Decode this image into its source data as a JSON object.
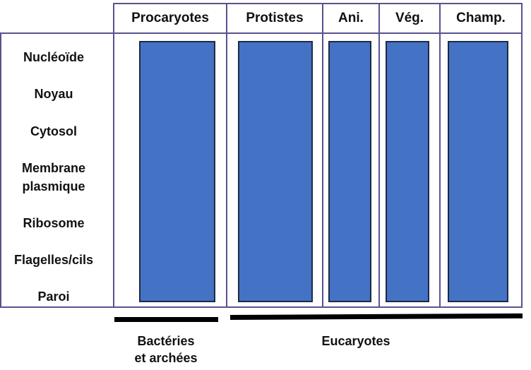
{
  "columns": [
    "Procaryotes",
    "Protistes",
    "Ani.",
    "Vég.",
    "Champ."
  ],
  "rows": [
    "Nucléoïde",
    "Noyau",
    "Cytosol",
    "Membrane plasmique",
    "Ribosome",
    "Flagelles/cils",
    "Paroi"
  ],
  "groups": {
    "bacteria_line1": "Bactéries",
    "bacteria_line2": "et archées",
    "eukaryotes": "Eucaryotes"
  },
  "colors": {
    "fill": "#4472c4",
    "grid": "#5a5191"
  }
}
